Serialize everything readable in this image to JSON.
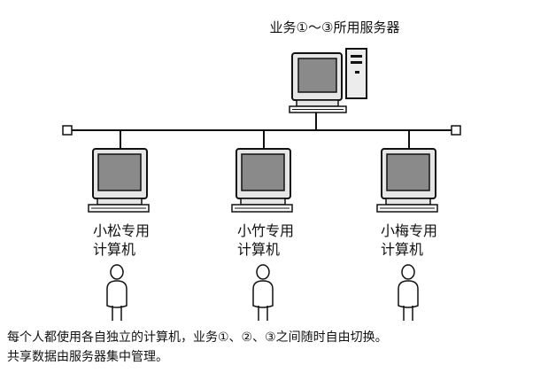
{
  "server": {
    "label": "业务①～③所用服务器"
  },
  "computers": [
    {
      "name_line1": "小松专用",
      "name_line2": "计算机"
    },
    {
      "name_line1": "小竹专用",
      "name_line2": "计算机"
    },
    {
      "name_line1": "小梅专用",
      "name_line2": "计算机"
    }
  ],
  "caption": {
    "line1": "每个人都使用各自独立的计算机，业务①、②、③之间随时自由切换。",
    "line2": "共享数据由服务器集中管理。"
  },
  "colors": {
    "ink": "#111111",
    "screen_fill": "#8a8a8a",
    "body_fill": "#e6e6e6",
    "background": "#ffffff"
  }
}
